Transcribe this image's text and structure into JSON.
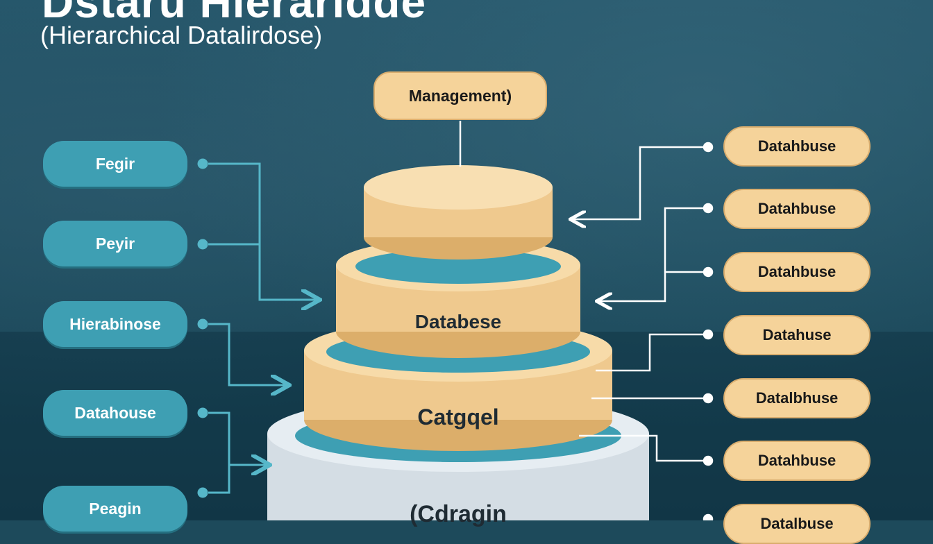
{
  "header": {
    "title": "Dstaru Hieraridde",
    "subtitle": "(Hierarchical Datalirdose)"
  },
  "top_node": {
    "label": "Management)"
  },
  "tiers": {
    "middle_label": "Databese",
    "lower_label": "Catgqel",
    "base_label": "(Cdragin"
  },
  "left_nodes": [
    {
      "label": "Fegir"
    },
    {
      "label": "Peyir"
    },
    {
      "label": "Hierabinose"
    },
    {
      "label": "Datahouse"
    },
    {
      "label": "Peagin"
    }
  ],
  "right_nodes": [
    {
      "label": "Datahbuse"
    },
    {
      "label": "Datahbuse"
    },
    {
      "label": "Datahbuse"
    },
    {
      "label": "Datahuse"
    },
    {
      "label": "Datalbhuse"
    },
    {
      "label": "Datahbuse"
    },
    {
      "label": "Datalbuse"
    }
  ],
  "colors": {
    "background": "#1d4a5b",
    "cream": "#f5d39a",
    "teal": "#3e9fb3",
    "base": "#dfe6ec",
    "connector": "#ffffff"
  }
}
